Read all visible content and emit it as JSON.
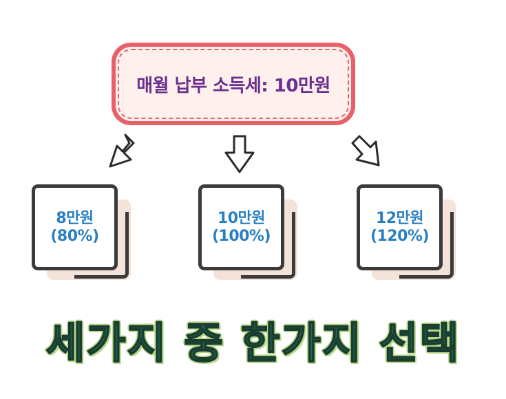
{
  "top": {
    "label": "매월 납부 소득세: 10만원"
  },
  "options": [
    {
      "amount": "8만원",
      "percent": "(80%)"
    },
    {
      "amount": "10만원",
      "percent": "(100%)"
    },
    {
      "amount": "12만원",
      "percent": "(120%)"
    }
  ],
  "bottom": {
    "title": "세가지 중 한가지 선택"
  },
  "colors": {
    "top_border": "#e8606a",
    "top_fill": "#fdf0ed",
    "top_text": "#6b2f8e",
    "card_text": "#2a7fc4",
    "card_border": "#3b3b3b",
    "card_shadow": "#f4e3d8",
    "title_fill": "#1f6e5a",
    "title_outline": "#b9d98a"
  },
  "icons": [
    "arrow-down-left-icon",
    "arrow-down-icon",
    "arrow-down-right-icon"
  ]
}
